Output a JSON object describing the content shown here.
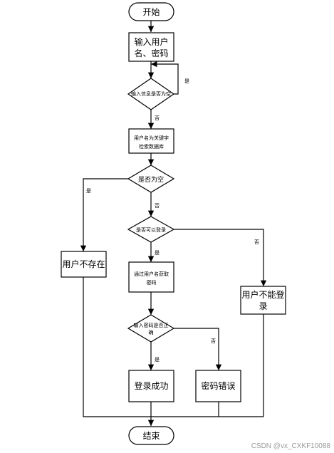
{
  "nodes": {
    "start": "开始",
    "input_line1": "输入用户",
    "input_line2": "名、密码",
    "empty_check": "输入信息是否为空",
    "search_line1": "用户名为关键字",
    "search_line2": "检索数据库",
    "is_null": "是否为空",
    "can_login": "是否可以登录",
    "user_not_exist": "用户不存在",
    "get_pwd_line1": "通过用户名获取",
    "get_pwd_line2": "密码",
    "cannot_login_line1": "用户不能登",
    "cannot_login_line2": "录",
    "pwd_check_line1": "输入密码是否正",
    "pwd_check_line2": "确",
    "login_success": "登录成功",
    "pwd_wrong": "密码错误",
    "end": "结束"
  },
  "labels": {
    "yes": "是",
    "no": "否"
  },
  "watermark": "CSDN @vx_CXKF10088"
}
